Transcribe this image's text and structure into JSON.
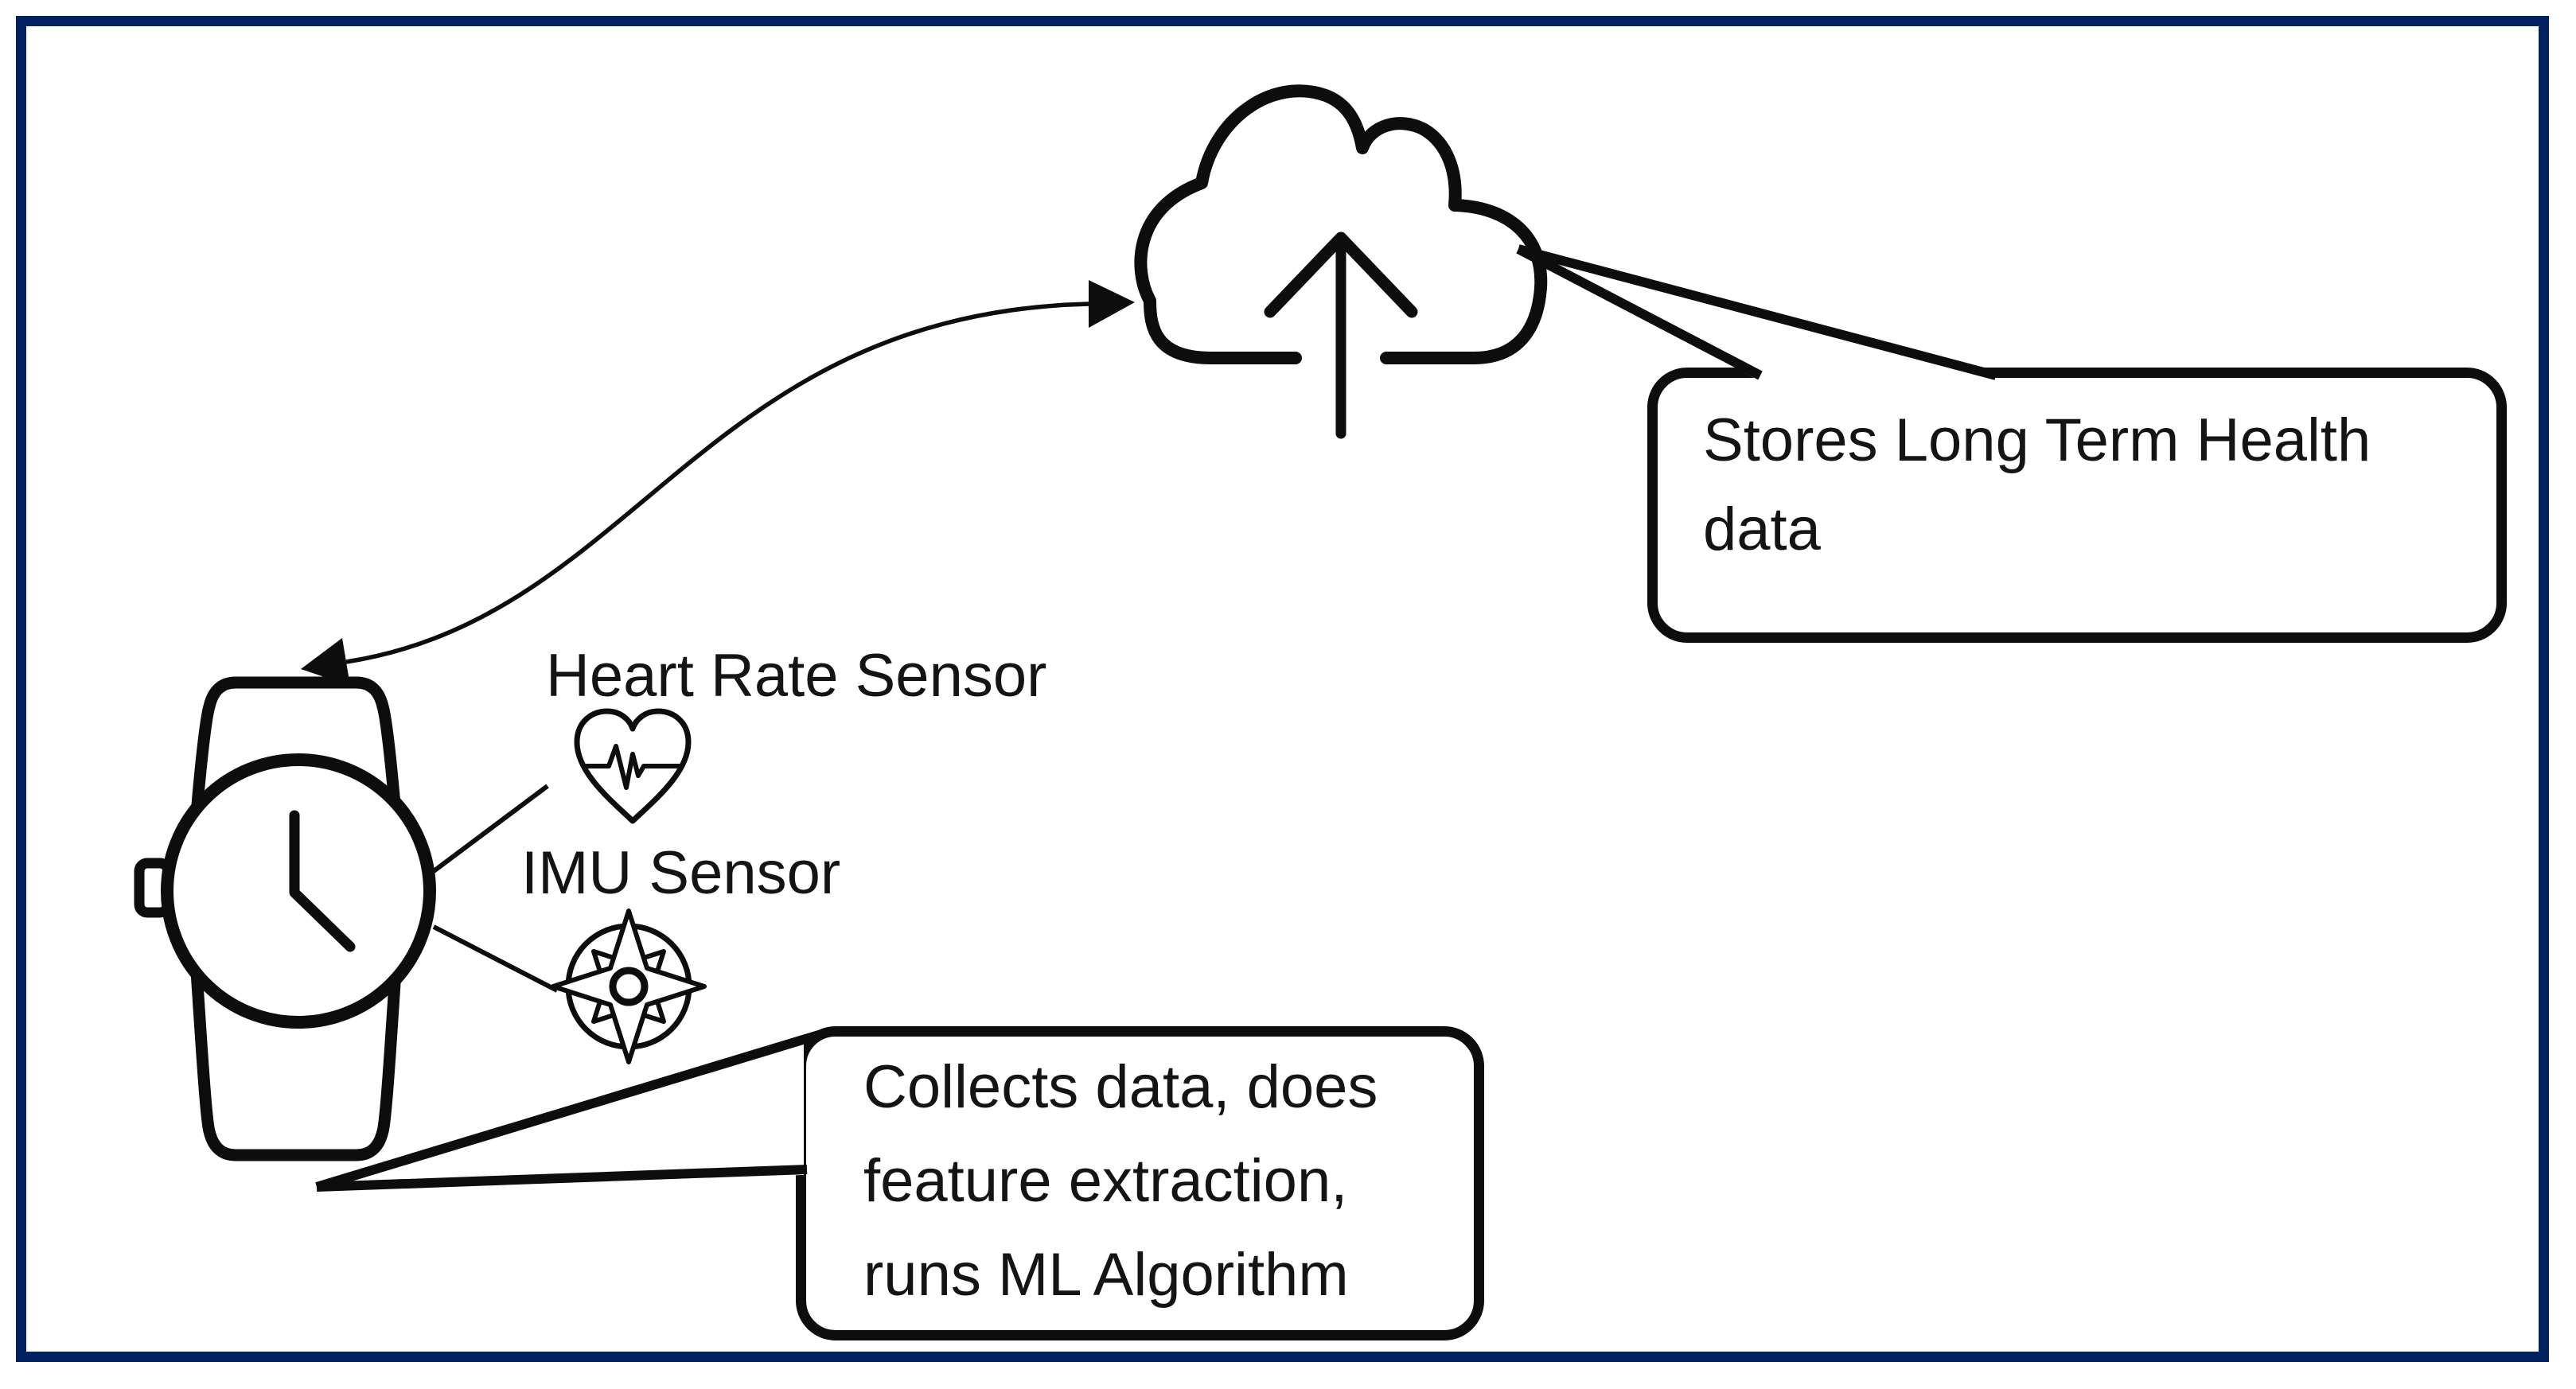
{
  "diagram": {
    "background_color": "#ffffff",
    "frame_color": "#002060",
    "ink_color": "#0d0d0d",
    "labels": {
      "heart_rate_sensor": "Heart Rate Sensor",
      "imu_sensor": "IMU Sensor"
    },
    "callouts": {
      "cloud_callout": {
        "text": "Stores Long Term Health data",
        "points_to": "cloud-upload-icon"
      },
      "watch_callout": {
        "text": "Collects data, does feature extraction, runs ML Algorithm",
        "points_to": "smartwatch-icon"
      }
    },
    "icons": {
      "cloud": "cloud-upload-icon",
      "watch": "smartwatch-icon",
      "heart": "heart-rate-icon",
      "compass": "compass-icon"
    },
    "connections": {
      "watch_to_cloud": "curved-double-headed-arrow",
      "watch_to_heart_sensor": "thin-line",
      "watch_to_imu_sensor": "thin-line"
    }
  }
}
